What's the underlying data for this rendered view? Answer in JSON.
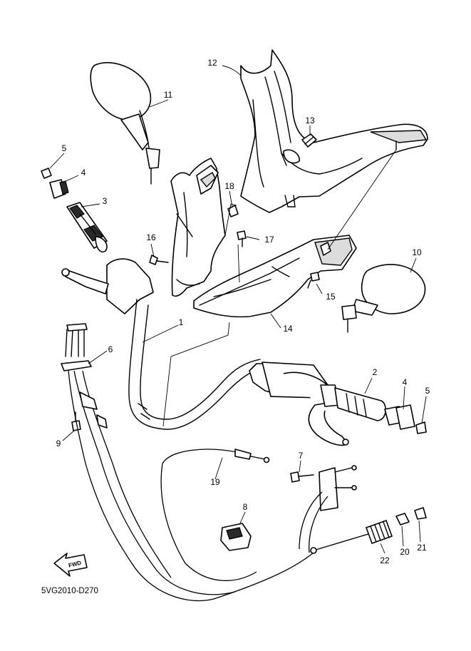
{
  "diagram": {
    "drawing_code": "5VG2010-D270",
    "direction_label": "FWD",
    "callouts": [
      "1",
      "2",
      "3",
      "4",
      "5",
      "6",
      "7",
      "8",
      "9",
      "10",
      "11",
      "12",
      "13",
      "14",
      "15",
      "16",
      "17",
      "18",
      "19",
      "20",
      "21",
      "22",
      "4",
      "5"
    ]
  }
}
